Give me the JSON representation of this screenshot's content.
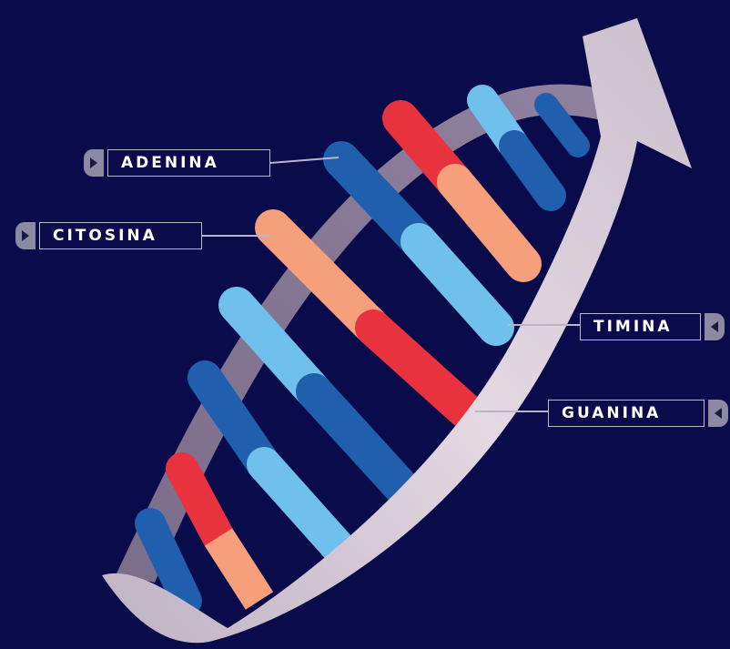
{
  "labels": {
    "adenina": "ADENINA",
    "citosina": "CITOSINA",
    "timina": "TIMINA",
    "guanina": "GUANINA"
  },
  "colors": {
    "background": "#0a0b4a",
    "backbone": "#d8c9d6",
    "adenina": "#1f5fae",
    "timina": "#6fc0ec",
    "citosina": "#f5a07a",
    "guanina": "#e8323e"
  }
}
